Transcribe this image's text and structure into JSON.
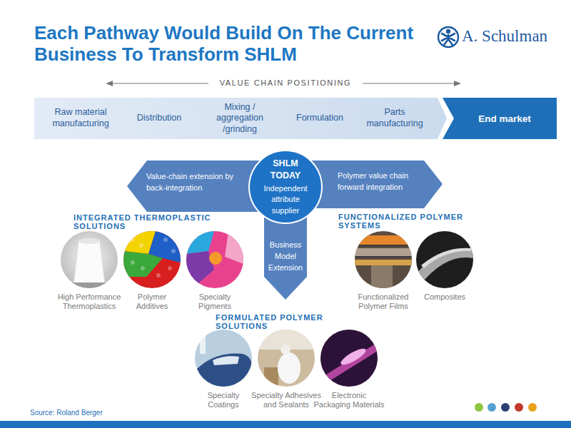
{
  "diagram": {
    "title": "Each Pathway Would Build On The Current Business To Transform SHLM",
    "caption": "Source: Roland Berger",
    "nodes": [
      {
        "text": [
          "Raw material manufacturing"
        ]
      },
      {
        "text": [
          "Distribution"
        ]
      },
      {
        "text": [
          "Mixing / aggregation /grinding"
        ]
      },
      {
        "text": [
          "Formulation"
        ]
      },
      {
        "text": [
          "Parts manufacturing"
        ]
      },
      {
        "text": [
          "End market"
        ]
      },
      {
        "text": [
          "Value-chain extension by back-integration"
        ]
      },
      {
        "text": [
          "SHLM TODAY",
          "Independent attribute supplier"
        ]
      },
      {
        "text": [
          "Polymer value chain forward integration"
        ]
      },
      {
        "text": [
          "Business Model Extension"
        ]
      },
      {
        "text": [
          "High Performance Thermoplastics"
        ]
      },
      {
        "text": [
          "Polymer Additives"
        ]
      },
      {
        "text": [
          "Specialty Pigments"
        ]
      },
      {
        "text": [
          "Functionalized Polymer Films"
        ]
      },
      {
        "text": [
          "Composites"
        ]
      },
      {
        "text": [
          "Specialty Coatings"
        ]
      },
      {
        "text": [
          "Specialty Adhesives and Sealants"
        ]
      },
      {
        "text": [
          "Electronic Packaging Materials"
        ]
      }
    ],
    "labels": [
      "A. Schulman",
      "VALUE CHAIN POSITIONING",
      "INTEGRATED THERMOPLASTIC SOLUTIONS",
      "FUNCTIONALIZED POLYMER SYSTEMS",
      "FORMULATED POLYMER SOLUTIONS"
    ]
  }
}
